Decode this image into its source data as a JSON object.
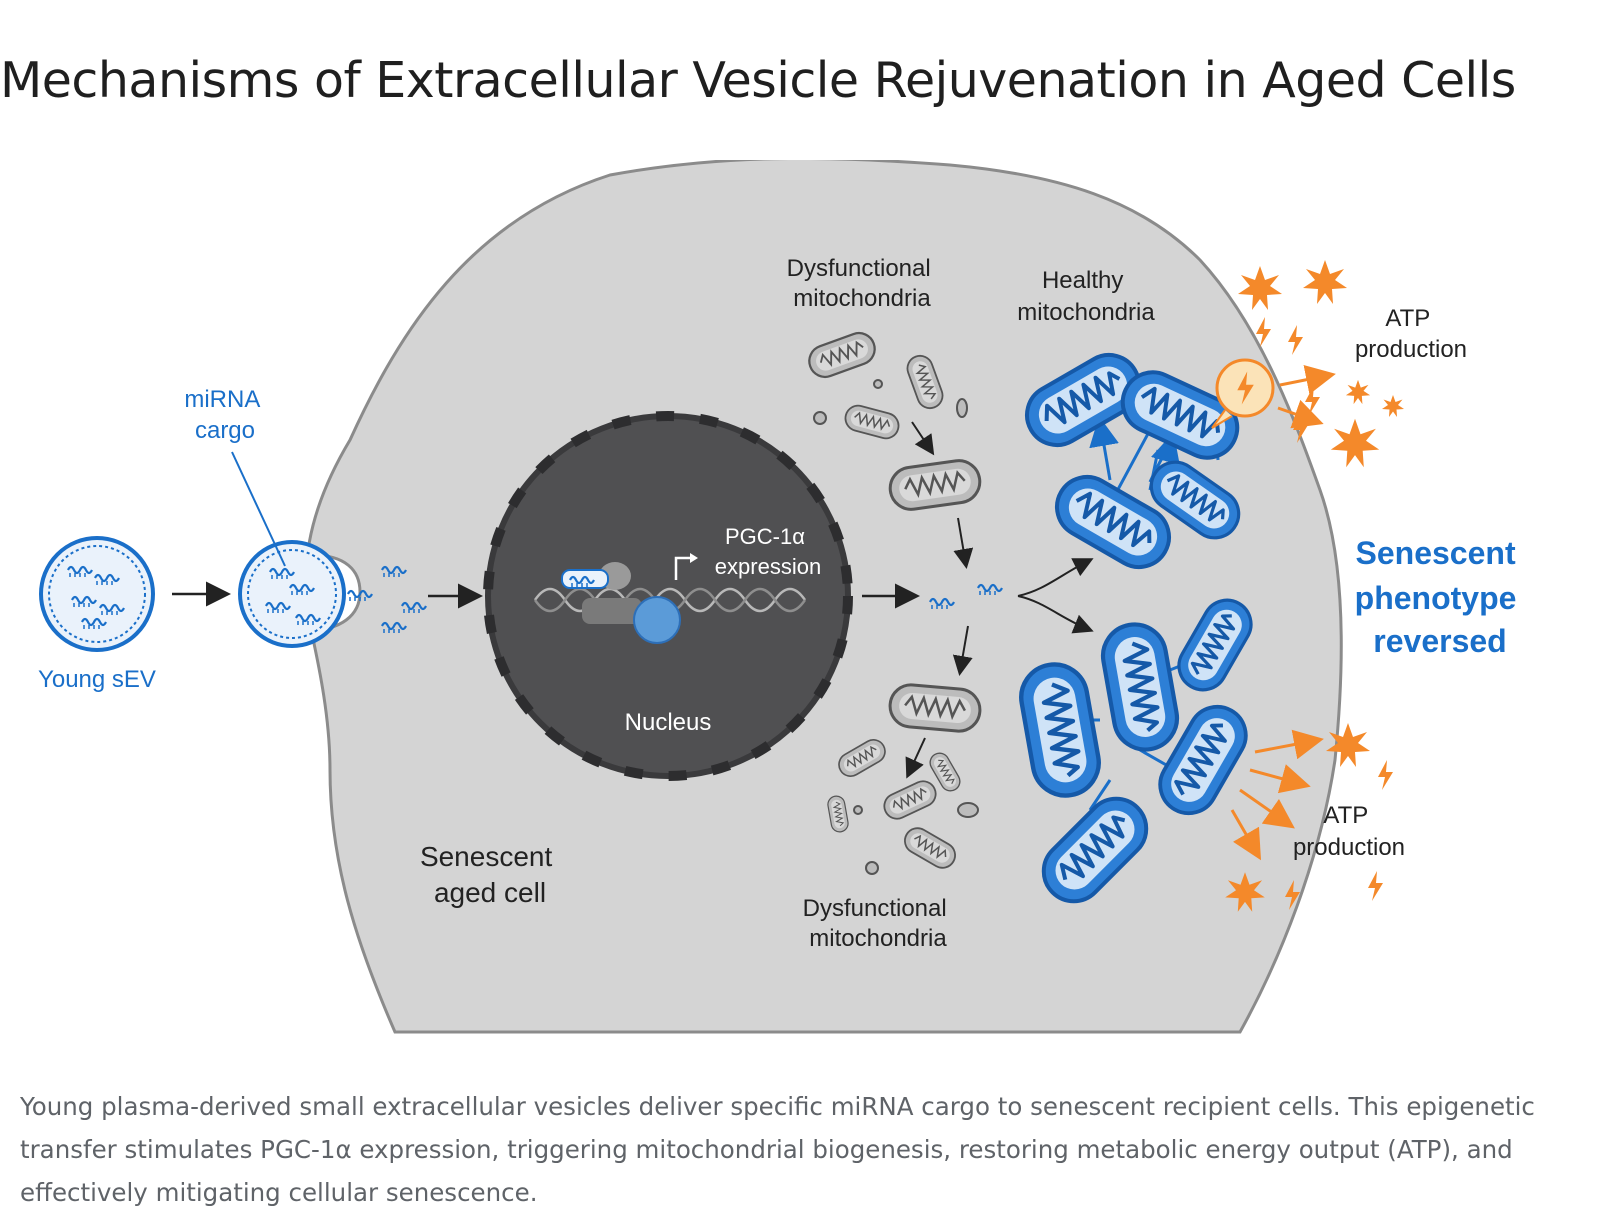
{
  "title": "Mechanisms of Extracellular Vesicle Rejuvenation in Aged Cells",
  "labels": {
    "mirna_cargo": [
      "miRNA",
      "cargo"
    ],
    "young_sev": "Young sEV",
    "nucleus": "Nucleus",
    "pgc_expression": [
      "PGC-1α",
      "expression"
    ],
    "senescent_cell": [
      "Senescent",
      "aged cell"
    ],
    "dysfunctional_top": [
      "Dysfunctional",
      "mitochondria"
    ],
    "dysfunctional_bottom": [
      "Dysfunctional",
      "mitochondria"
    ],
    "healthy": [
      "Healthy",
      "mitochondria"
    ],
    "atp_top": [
      "ATP",
      "production"
    ],
    "atp_bottom": [
      "ATP",
      "production"
    ],
    "outcome": [
      "Senescent",
      "phenotype",
      "reversed"
    ]
  },
  "caption": "Young plasma-derived small extracellular vesicles deliver specific miRNA cargo to senescent recipient cells. This epigenetic transfer stimulates PGC-1α expression, triggering mitochondrial biogenesis, restoring metabolic energy output (ATP), and effectively mitigating cellular senescence.",
  "colors": {
    "cell_fill": "#d4d4d4",
    "nucleus_fill": "#505052",
    "blue": "#1a6fc9",
    "blue_light": "#dbe9f8",
    "orange": "#f4892a",
    "outcome_text": "#1a6fc9",
    "caption_text": "#5f6368"
  }
}
